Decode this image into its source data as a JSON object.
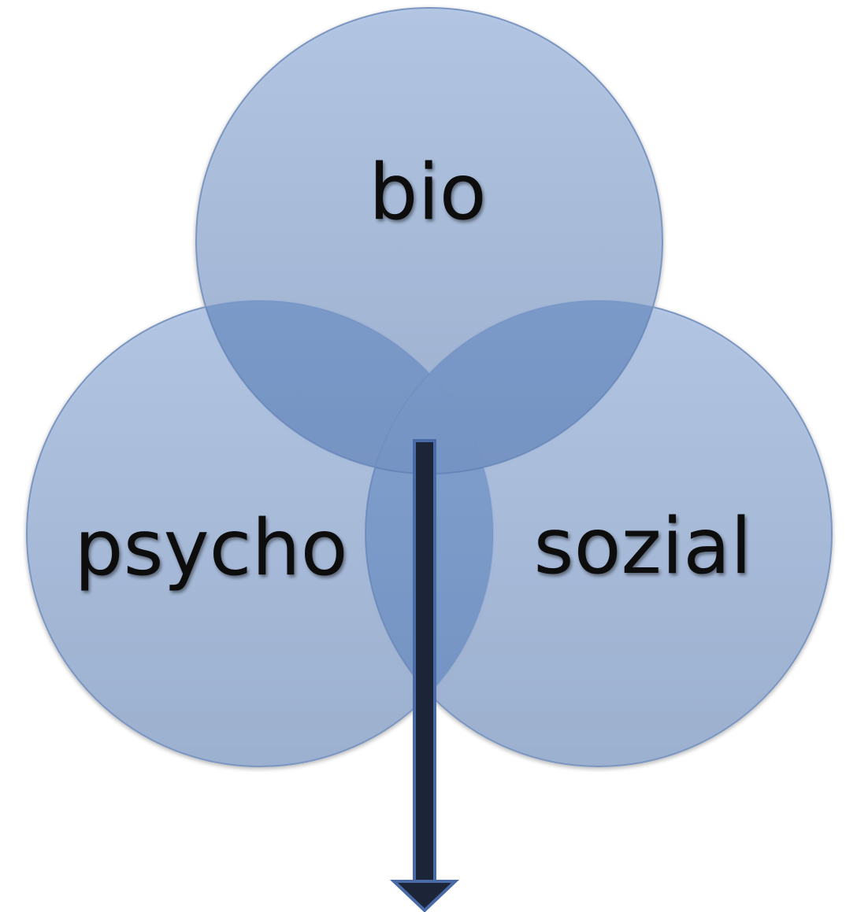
{
  "diagram": {
    "circles": [
      {
        "id": "bio",
        "label": "bio"
      },
      {
        "id": "psycho",
        "label": "psycho"
      },
      {
        "id": "sozial",
        "label": "sozial"
      }
    ],
    "colors": {
      "circle_light": "#a4bde2",
      "circle_dark": "#8aa3c9",
      "circle_edge": "#7b96c2",
      "overlap_fill": "#4f78b4",
      "arrow_fill": "#1b2537",
      "arrow_edge": "#4a6aa5",
      "text": "#0d0d0d"
    }
  }
}
